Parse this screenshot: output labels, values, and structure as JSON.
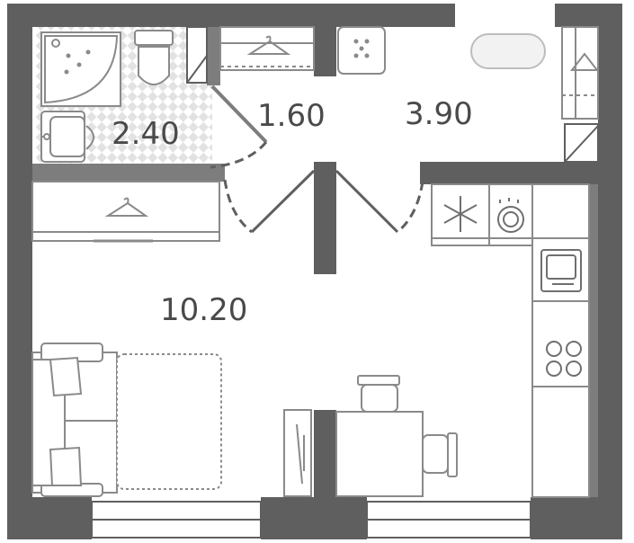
{
  "floor_plan": {
    "rooms": {
      "bathroom": {
        "area": "2.40"
      },
      "hallway": {
        "area": "1.60"
      },
      "kitchen": {
        "area": "3.90"
      },
      "living_room": {
        "area": "10.20"
      }
    },
    "colors": {
      "wall": "#5f5f5f",
      "wall_light": "#7d7d7d",
      "furniture_stroke": "#8a8a8a",
      "tile": "#d9d9d9",
      "background": "#ffffff"
    },
    "icons": [
      "shower-icon",
      "toilet-icon",
      "sink-icon",
      "hanger-icon",
      "fridge-icon",
      "dishwasher-icon",
      "hob-icon",
      "washing-machine-icon",
      "sofa-bed-icon",
      "table-icon",
      "chair-icon",
      "tv-stand-icon",
      "bathtub-icon",
      "door-icon"
    ]
  }
}
